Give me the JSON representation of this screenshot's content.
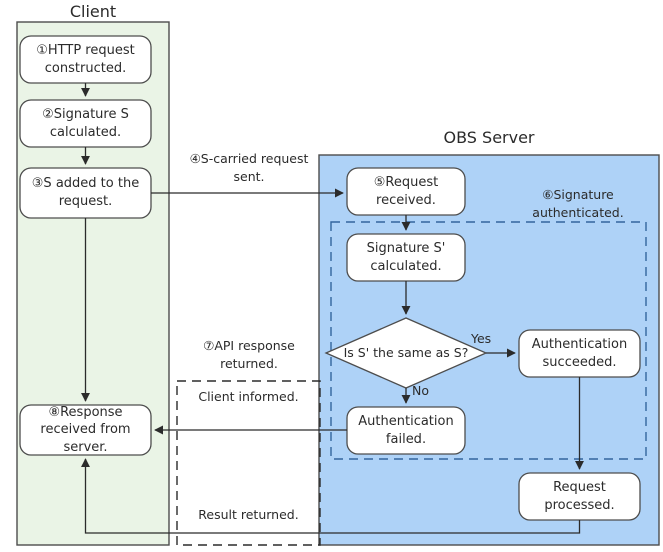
{
  "diagram": {
    "title_client": "Client",
    "title_server": "OBS Server",
    "regions": {
      "client_fill": "#eaf4e6",
      "client_stroke": "#4d4d4d",
      "server_fill": "#aed2f7",
      "server_stroke": "#4d4d4d",
      "auth_group_stroke": "#33659e",
      "informed_group_stroke": "#2b2b2b",
      "node_fill": "#ffffff",
      "node_stroke": "#4d4d4d",
      "text_color": "#2b2b2b"
    },
    "client_nodes": [
      {
        "id": "n1",
        "label": "①HTTP request constructed."
      },
      {
        "id": "n2",
        "label": "②Signature S calculated."
      },
      {
        "id": "n3",
        "label": "③S added to the request."
      },
      {
        "id": "n8",
        "label": "⑧Response received from server."
      }
    ],
    "server_nodes": [
      {
        "id": "n5",
        "label": "⑤Request received."
      },
      {
        "id": "n_sig",
        "label": "Signature S' calculated."
      },
      {
        "id": "n_dec",
        "label": "Is S' the same as S?"
      },
      {
        "id": "n_ok",
        "label": "Authentication succeeded."
      },
      {
        "id": "n_fail",
        "label": "Authentication failed."
      },
      {
        "id": "n_proc",
        "label": "Request processed."
      }
    ],
    "group_labels": [
      {
        "id": "g_auth",
        "label": "⑥Signature authenticated."
      },
      {
        "id": "g_informed",
        "label": "Client informed."
      }
    ],
    "edge_labels": [
      {
        "id": "e4",
        "label": "④S-carried request sent."
      },
      {
        "id": "e7",
        "label": "⑦API response returned."
      },
      {
        "id": "e_yes",
        "label": "Yes"
      },
      {
        "id": "e_no",
        "label": "No"
      },
      {
        "id": "e_result",
        "label": "Result returned."
      }
    ]
  }
}
